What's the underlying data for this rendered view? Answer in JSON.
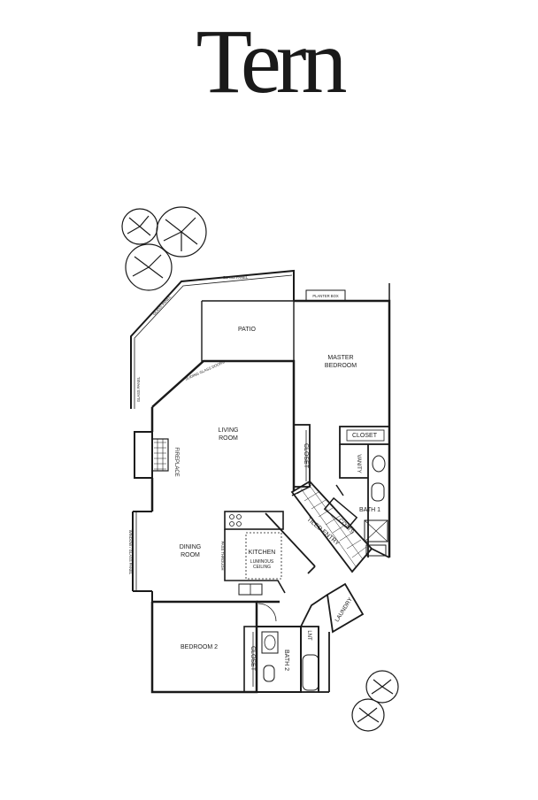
{
  "title": "Tern",
  "rooms": {
    "patio": "PATIO",
    "master_bedroom_1": "MASTER",
    "master_bedroom_2": "BEDROOM",
    "living_room_1": "LIVING",
    "living_room_2": "ROOM",
    "dining_room_1": "DINING",
    "dining_room_2": "ROOM",
    "kitchen": "KITCHEN",
    "luminous_ceiling_1": "LUMINOUS",
    "luminous_ceiling_2": "CEILING",
    "bedroom_2": "BEDROOM 2",
    "bath_1": "BATH 1",
    "bath_2": "BATH 2",
    "laundry": "LAUNDRY",
    "closet_master": "CLOSET",
    "closet_hall": "CLOSET",
    "closet_bedroom2": "CLOSET",
    "vanity": "VANITY",
    "coats": "COATS",
    "tiled_entry": "TILED ENTRY",
    "linen": "LNT"
  },
  "annotations": {
    "glass_panel_top": "GLASS PANEL",
    "glass_panel_diag": "GLASS PANEL",
    "glass_panel_left": "GLASS PANEL",
    "sliding_glass_doors": "SLIDING GLASS DOORS",
    "planter_box": "PLANTER BOX",
    "fireplace": "FIREPLACE",
    "pass_through": "PASS THROUGH",
    "window_left": "WINDOW / GLASS PANEL"
  }
}
